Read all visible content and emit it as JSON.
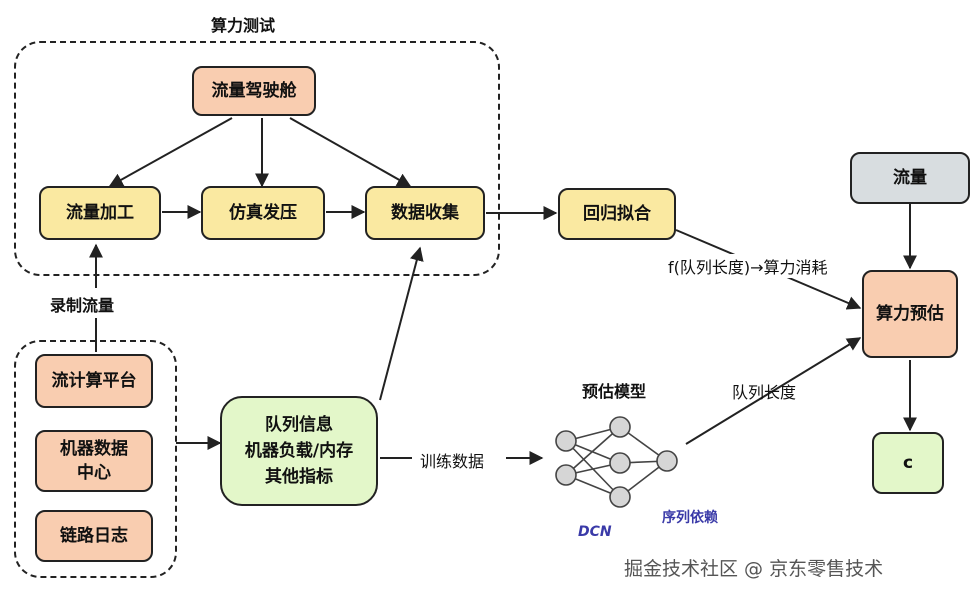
{
  "groups": {
    "compute_test": "算力测试"
  },
  "nodes": {
    "traffic_cockpit": "流量驾驶舱",
    "traffic_processing": "流量加工",
    "sim_load": "仿真发压",
    "data_collect": "数据收集",
    "regression_fit": "回归拟合",
    "traffic": "流量",
    "compute_estimate": "算力预估",
    "c_output": "c",
    "stream_platform": "流计算平台",
    "machine_data_center": "机器数据\n中心",
    "link_log": "链路日志",
    "queue_info": "队列信息\n机器负载/内存\n其他指标"
  },
  "edge_labels": {
    "record_traffic": "录制流量",
    "training_data": "训练数据",
    "queue_to_compute": "f(队列长度)→算力消耗",
    "queue_length": "队列长度"
  },
  "model": {
    "title": "预估模型",
    "dcn": "DCN",
    "seq_dep": "序列依赖"
  },
  "watermark": "掘金技术社区 @ 京东零售技术",
  "colors": {
    "peach": "#f9cdb0",
    "yellow": "#fae9a1",
    "green": "#e3f7c9",
    "gray": "#d8dde0",
    "blue_text": "#3a3aa8"
  }
}
